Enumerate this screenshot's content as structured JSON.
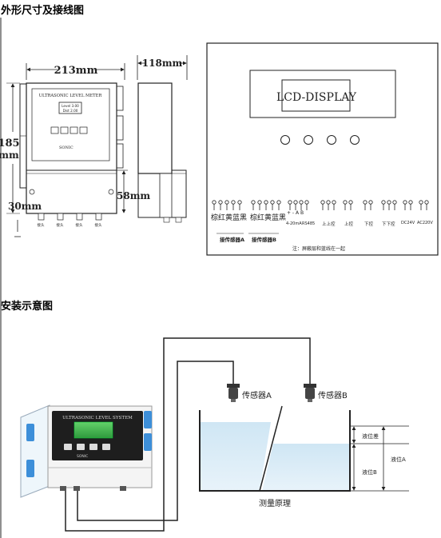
{
  "section1": {
    "title": "外形尺寸及接线图"
  },
  "section2": {
    "title": "安装示意图"
  },
  "dimensions": {
    "width": "213mm",
    "depth": "118mm",
    "height_185": "185",
    "height_unit": "mm",
    "lower": "58mm",
    "bottom": "30mm"
  },
  "device_front": {
    "model_title": "ULTRASONIC LEVEL METER",
    "lcd_line1": "Level 3.00",
    "lcd_line2": "Dist 2.00",
    "brand": "SONIC",
    "gland_labels": [
      "接头",
      "接头",
      "接头",
      "接头"
    ]
  },
  "wiring": {
    "display_label": "LCD-DISPLAY",
    "group_sensor_a": "棕红黄蓝黑",
    "group_sensor_b": "棕红黄蓝黑",
    "pm_label": "+ -   A  B",
    "analog_label": "4-20mA",
    "rs485_label": "RS485",
    "relay_labels": [
      "上上控",
      "上控",
      "下控",
      "下下控"
    ],
    "power_dc": "DC24V",
    "power_ac": "AC220V",
    "sensor_a_caption": "接传感器A",
    "sensor_b_caption": "接传感器B",
    "note": "注：屏蔽层和蓝线在一起"
  },
  "installation": {
    "device_title": "ULTRASONIC LEVEL SYSTEM",
    "device_brand": "SONIC",
    "sensor_a": "传感器A",
    "sensor_b": "传感器B",
    "level_diff": "液位差",
    "level_a": "液位A",
    "level_b": "液位B",
    "caption": "测量原理"
  }
}
